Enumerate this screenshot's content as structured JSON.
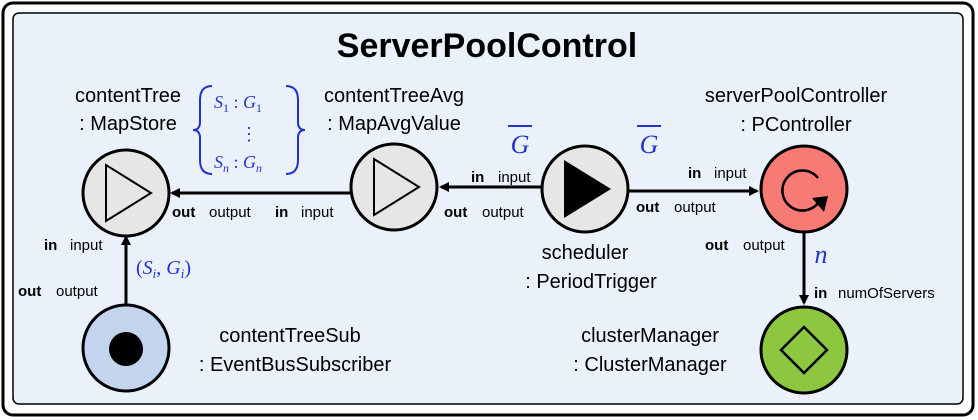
{
  "title": "ServerPoolControl",
  "colors": {
    "background": "#eaf1fb",
    "actor_fill": "#e6e6e6",
    "controller_fill": "#f77b74",
    "subscriber_fill": "#c3d5ee",
    "cluster_fill": "#8dc63f",
    "math": "#2233cc"
  },
  "nodes": {
    "contentTree": {
      "name": "contentTree",
      "type": ": MapStore",
      "icon": "play-triangle-icon"
    },
    "contentTreeAvg": {
      "name": "contentTreeAvg",
      "type": ": MapAvgValue",
      "icon": "play-triangle-icon"
    },
    "scheduler": {
      "name": "scheduler",
      "type": ": PeriodTrigger",
      "icon": "filled-play-icon"
    },
    "serverPoolController": {
      "name": "serverPoolController",
      "type": ": PController",
      "icon": "circular-arrow-icon"
    },
    "contentTreeSub": {
      "name": "contentTreeSub",
      "type": ": EventBusSubscriber",
      "icon": "filled-dot-icon"
    },
    "clusterManager": {
      "name": "clusterManager",
      "type": ": ClusterManager",
      "icon": "diamond-icon"
    }
  },
  "ports": {
    "avg_to_tree_out_kw": "out",
    "avg_to_tree_out": "output",
    "avg_to_tree_in_kw": "in",
    "avg_to_tree_in": "input",
    "sched_to_avg_in_kw": "in",
    "sched_to_avg_in": "input",
    "sched_to_avg_out_kw": "out",
    "sched_to_avg_out": "output",
    "sched_to_ctrl_in_kw": "in",
    "sched_to_ctrl_in": "input",
    "sched_to_ctrl_out_kw": "out",
    "sched_to_ctrl_out": "output",
    "ctrl_to_cluster_out_kw": "out",
    "ctrl_to_cluster_out": "output",
    "ctrl_to_cluster_in_kw": "in",
    "ctrl_to_cluster_in": "numOfServers",
    "sub_to_tree_in_kw": "in",
    "sub_to_tree_in": "input",
    "sub_to_tree_out_kw": "out",
    "sub_to_tree_out": "output"
  },
  "annotations": {
    "map_entries": {
      "first_S": "S",
      "first_S_sub": "1",
      "first_sep": " : ",
      "first_G": "G",
      "first_G_sub": "1",
      "vdots": "⋮",
      "last_S": "S",
      "last_S_sub": "n",
      "last_sep": " : ",
      "last_G": "G",
      "last_G_sub": "n"
    },
    "g_bar_left": "G",
    "g_bar_right": "G",
    "n_label": "n",
    "pair": {
      "open": "(",
      "S": "S",
      "S_sub": "i",
      "comma": ", ",
      "G": "G",
      "G_sub": "i",
      "close": ")"
    }
  }
}
